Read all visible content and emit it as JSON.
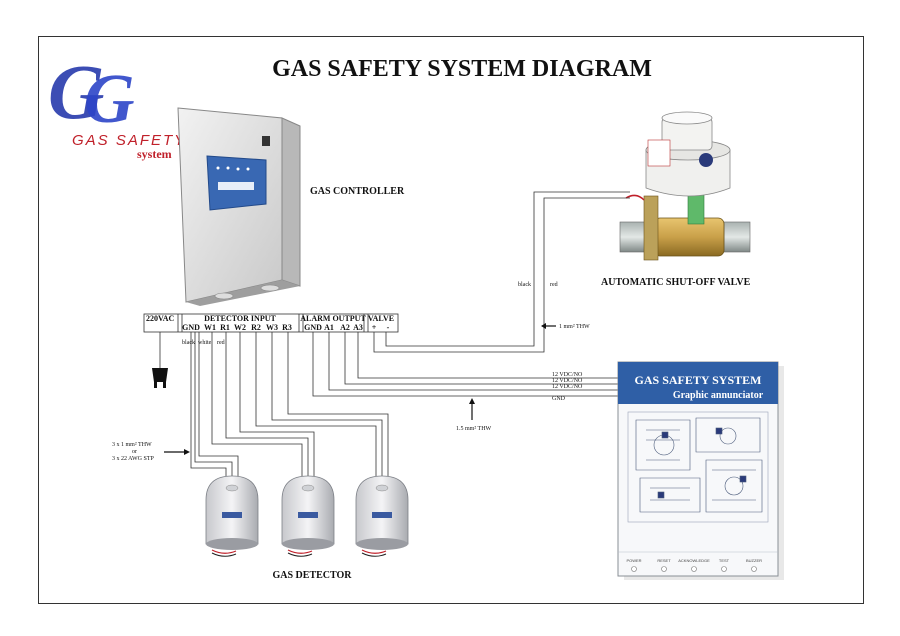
{
  "title": "GAS SAFETY SYSTEM DIAGRAM",
  "logo": {
    "letters": "G",
    "brand": "GAS SAFETY",
    "sub": "system"
  },
  "labels": {
    "controller": "GAS CONTROLLER",
    "valve": "AUTOMATIC SHUT-OFF VALVE",
    "detector": "GAS DETECTOR"
  },
  "terminals": {
    "power": "220VAC",
    "detector_input": "DETECTOR INPUT",
    "alarm_output": "ALARM OUTPUT",
    "valve": "VALVE",
    "detector_pins": [
      "GND",
      "W1",
      "R1",
      "W2",
      "R2",
      "W3",
      "R3"
    ],
    "alarm_pins": [
      "GND",
      "A1",
      "A2",
      "A3"
    ],
    "valve_pins": [
      "+",
      "-"
    ]
  },
  "wire_notes": {
    "black": "black",
    "white": "white",
    "red": "red",
    "valve_black": "black",
    "valve_red": "red",
    "valve_cable": "1 mm² THW",
    "alarm_lines": [
      "12 VDC/NO",
      "12 VDC/NO",
      "12 VDC/NO",
      "GND"
    ],
    "alarm_cable": "1.5 mm² THW",
    "detector_cable_1": "3 x 1 mm² THW",
    "detector_cable_or": "or",
    "detector_cable_2": "3 x 22 AWG STP"
  },
  "annunciator": {
    "title": "GAS SAFETY SYSTEM",
    "subtitle": "Graphic annunciator",
    "buttons": [
      "POWER",
      "RESET",
      "ACKNOWLEDGE",
      "TEST",
      "BUZZER"
    ]
  },
  "colors": {
    "annunciator_blue": "#2f5fa6",
    "logo_blue": "#1b2fa8",
    "logo_red": "#c0202a",
    "valve_green": "#5fb96a",
    "brass": "#c9a049"
  }
}
